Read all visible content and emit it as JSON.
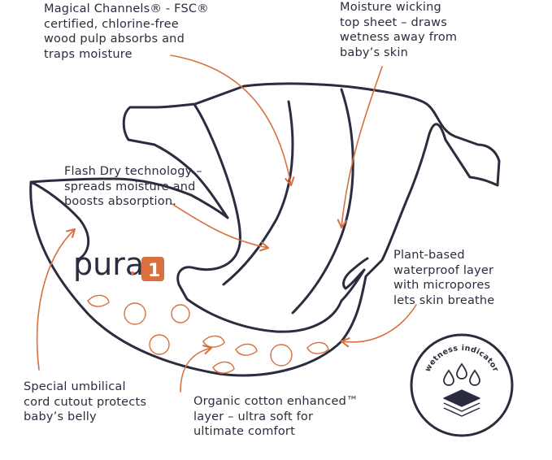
{
  "callouts": {
    "magical_channels": [
      "Magical Channels® - FSC®",
      "certified, chlorine-free",
      "wood pulp absorbs and",
      "traps moisture"
    ],
    "top_sheet": [
      "Moisture wicking",
      "top sheet – draws",
      "wetness away from",
      "baby’s skin"
    ],
    "flash_dry": [
      "Flash Dry technology –",
      "spreads moisture and",
      "boosts absorption."
    ],
    "waterproof_layer": [
      "Plant-based",
      "waterproof layer",
      "with micropores",
      "lets skin breathe"
    ],
    "umbilical_cutout": [
      "Special umbilical",
      "cord cutout protects",
      "baby’s belly"
    ],
    "organic_cotton": [
      "Organic cotton enhanced™",
      "layer – ultra soft for",
      "ultimate comfort"
    ]
  },
  "brand": {
    "logo": "pura",
    "size_number": "1"
  },
  "badge": {
    "text": "wetness indicator"
  },
  "colors": {
    "navy": "#2b2d3f",
    "accent": "#d8703f",
    "badge_bg": "#ffffff"
  }
}
